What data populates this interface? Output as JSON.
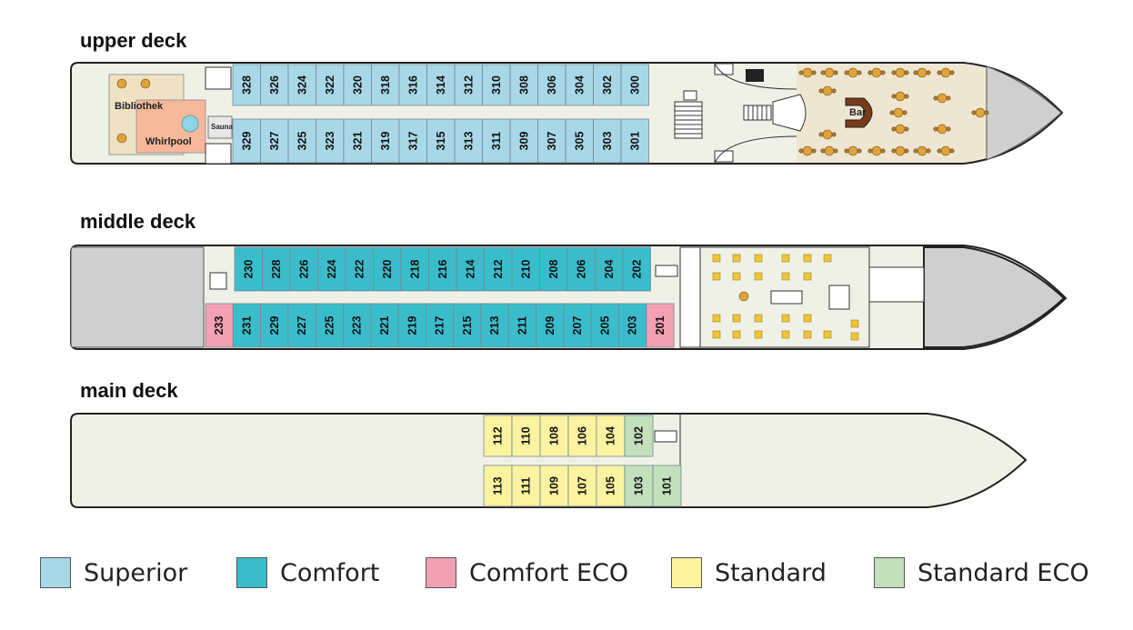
{
  "decks": [
    {
      "id": "upper",
      "title": "upper deck",
      "top_row": [
        "328",
        "326",
        "324",
        "322",
        "320",
        "318",
        "316",
        "314",
        "312",
        "310",
        "308",
        "306",
        "304",
        "302",
        "300"
      ],
      "bottom_row": [
        "329",
        "327",
        "325",
        "323",
        "321",
        "319",
        "317",
        "315",
        "313",
        "311",
        "309",
        "307",
        "305",
        "303",
        "301"
      ],
      "labels": {
        "library": "Bibliothek",
        "whirlpool": "Whirlpool",
        "sauna": "Sauna",
        "bar": "Bar"
      }
    },
    {
      "id": "middle",
      "title": "middle deck",
      "top_row": [
        "230",
        "228",
        "226",
        "224",
        "222",
        "220",
        "218",
        "216",
        "214",
        "212",
        "210",
        "208",
        "206",
        "204",
        "202"
      ],
      "bottom_row": [
        "233",
        "231",
        "229",
        "227",
        "225",
        "223",
        "221",
        "219",
        "217",
        "215",
        "213",
        "211",
        "209",
        "207",
        "205",
        "203",
        "201"
      ]
    },
    {
      "id": "main",
      "title": "main deck",
      "top_row": [
        "112",
        "110",
        "108",
        "106",
        "104",
        "102"
      ],
      "bottom_row": [
        "113",
        "111",
        "109",
        "107",
        "105",
        "103",
        "101"
      ]
    }
  ],
  "categories": {
    "superior": {
      "label": "Superior",
      "color": "#a8d8e8"
    },
    "comfort": {
      "label": "Comfort",
      "color": "#3bbccb"
    },
    "comfort_eco": {
      "label": "Comfort ECO",
      "color": "#f2a0b2"
    },
    "standard": {
      "label": "Standard",
      "color": "#fbf3a0"
    },
    "standard_eco": {
      "label": "Standard ECO",
      "color": "#c2e0bb"
    }
  },
  "cabin_categories": {
    "superior": [
      "300",
      "301",
      "302",
      "303",
      "304",
      "305",
      "306",
      "307",
      "308",
      "309",
      "310",
      "311",
      "312",
      "313",
      "314",
      "315",
      "316",
      "317",
      "318",
      "319",
      "320",
      "321",
      "322",
      "323",
      "324",
      "325",
      "326",
      "327",
      "328",
      "329"
    ],
    "comfort": [
      "202",
      "203",
      "204",
      "205",
      "206",
      "207",
      "208",
      "209",
      "210",
      "211",
      "212",
      "213",
      "214",
      "215",
      "216",
      "217",
      "218",
      "219",
      "220",
      "221",
      "222",
      "223",
      "224",
      "225",
      "226",
      "227",
      "228",
      "229",
      "230",
      "231"
    ],
    "comfort_eco": [
      "201",
      "233"
    ],
    "standard": [
      "104",
      "105",
      "106",
      "107",
      "108",
      "109",
      "110",
      "111",
      "112",
      "113"
    ],
    "standard_eco": [
      "101",
      "102",
      "103"
    ]
  },
  "legend": [
    "superior",
    "comfort",
    "comfort_eco",
    "standard",
    "standard_eco"
  ]
}
